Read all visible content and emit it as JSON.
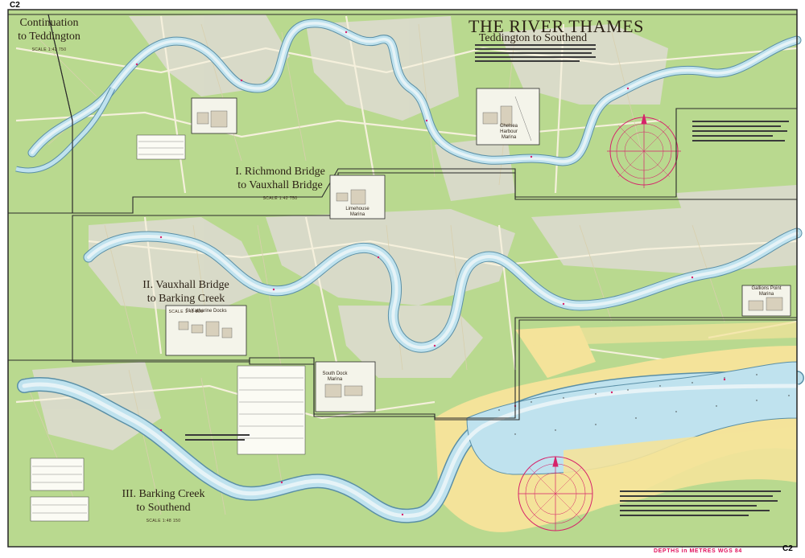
{
  "chart_code_left": "C2",
  "chart_code_right": "C2",
  "title": {
    "main": "THE RIVER THAMES",
    "sub": "Teddington to Southend"
  },
  "sections": {
    "teddington": {
      "title_l1": "Continuation",
      "title_l2": "to Teddington",
      "scale": "SCALE 1:42 750"
    },
    "richmond": {
      "title_l1": "I. Richmond Bridge",
      "title_l2": "to Vauxhall Bridge",
      "scale": "SCALE 1:42 750"
    },
    "vauxhall": {
      "title_l1": "II. Vauxhall Bridge",
      "title_l2": "to Barking Creek",
      "scale": "SCALE 1:42 800"
    },
    "barking": {
      "title_l1": "III. Barking Creek",
      "title_l2": "to Southend",
      "scale": "SCALE 1:48 150"
    }
  },
  "insets": {
    "chelsea": {
      "l1": "Chelsea",
      "l2": "Harbour",
      "l3": "Marina"
    },
    "limehouse": {
      "l1": "Limehouse",
      "l2": "Marina"
    },
    "stkatharine": {
      "l1": "St Katharine Docks"
    },
    "southdock": {
      "l1": "South Dock",
      "l2": "Marina"
    },
    "galleons": {
      "l1": "Gallions Point",
      "l2": "Marina"
    }
  },
  "footer": {
    "depth_notice": "DEPTHS in METRES   WGS 84"
  },
  "colors": {
    "land": "#b9d98f",
    "water": "#bfe2ee",
    "channel": "#e6f3f7",
    "urban": "#dedbd2",
    "road": "#f5f0dc",
    "sand": "#f4e39a",
    "frame": "#2a2a2a",
    "magenta": "#d6226a"
  }
}
